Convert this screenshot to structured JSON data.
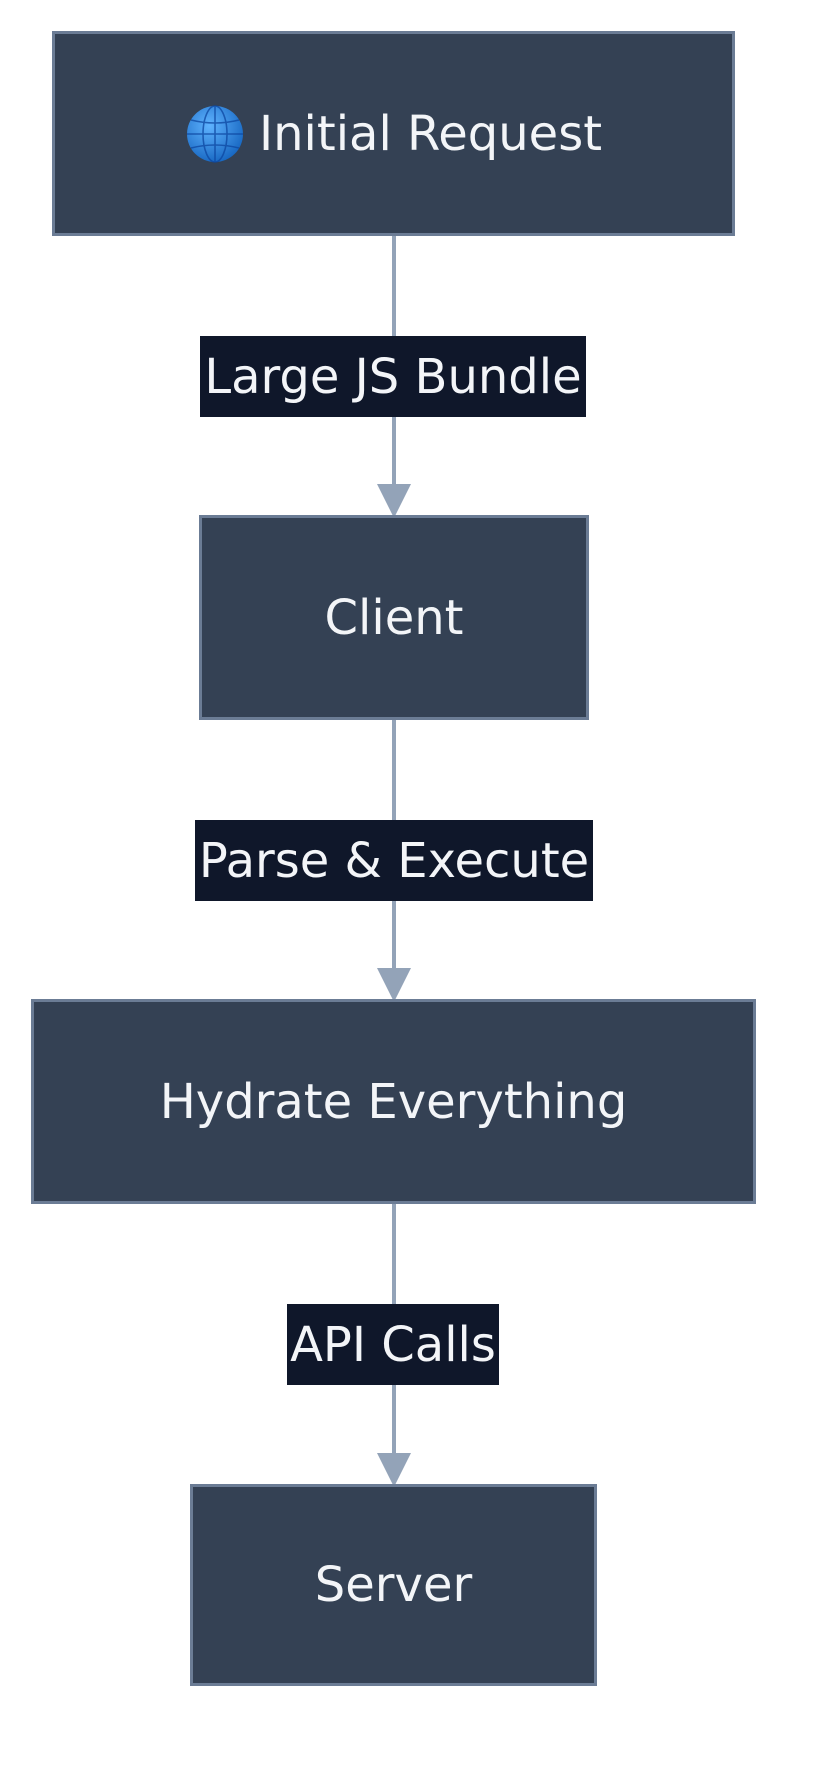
{
  "nodes": {
    "initial_request": {
      "icon": "globe-icon",
      "label": "Initial Request"
    },
    "client": {
      "label": "Client"
    },
    "hydrate": {
      "label": "Hydrate Everything"
    },
    "server": {
      "label": "Server"
    }
  },
  "edges": [
    {
      "from": "Initial Request",
      "to": "Client",
      "label": "Large JS Bundle"
    },
    {
      "from": "Client",
      "to": "Hydrate Everything",
      "label": "Parse & Execute"
    },
    {
      "from": "Hydrate Everything",
      "to": "Server",
      "label": "API Calls"
    }
  ],
  "colors": {
    "node_fill": "#344154",
    "node_border": "#6b7c95",
    "edge": "#93a3b8",
    "edge_label_bg": "#0f172a",
    "text": "#f3f5f8"
  }
}
